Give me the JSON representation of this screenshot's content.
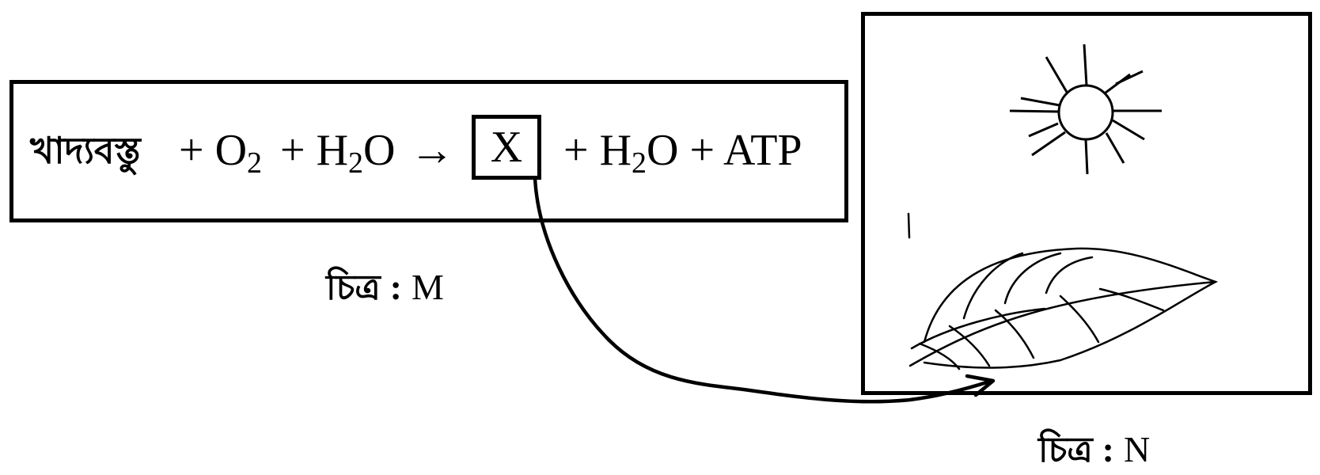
{
  "equation": {
    "reactant_food": "খাদ্যবস্তু",
    "o2_prefix": "+ O",
    "o2_sub": "2",
    "h2o_prefix": "+ H",
    "h2o_sub": "2",
    "h2o_suffix": "O",
    "arrow": "→",
    "x_label": "X",
    "prod_h2o_prefix": "+ H",
    "prod_h2o_sub": "2",
    "prod_h2o_suffix": "O + ATP"
  },
  "caption_m": {
    "word": "চিত্র",
    "colon": ":",
    "letter": "M"
  },
  "caption_n": {
    "word": "চিত্র",
    "colon": ":",
    "letter": "N"
  }
}
